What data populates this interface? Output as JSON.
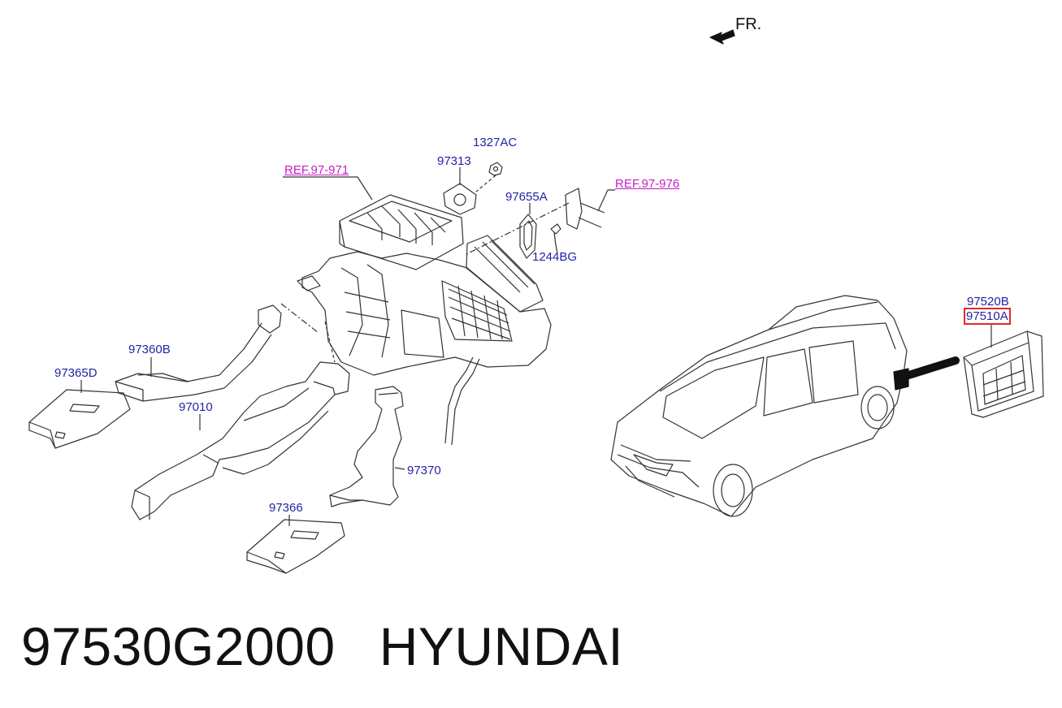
{
  "orientation": {
    "label": "FR.",
    "icon": "front-direction-arrow-icon"
  },
  "references": [
    {
      "id": "ref-971",
      "text": "REF.97-971"
    },
    {
      "id": "ref-976",
      "text": "REF.97-976"
    }
  ],
  "parts": [
    {
      "id": "97313",
      "text": "97313"
    },
    {
      "id": "1327AC",
      "text": "1327AC"
    },
    {
      "id": "97655A",
      "text": "97655A"
    },
    {
      "id": "1244BG",
      "text": "1244BG"
    },
    {
      "id": "97360B",
      "text": "97360B"
    },
    {
      "id": "97365D",
      "text": "97365D"
    },
    {
      "id": "97010",
      "text": "97010"
    },
    {
      "id": "97370",
      "text": "97370"
    },
    {
      "id": "97366",
      "text": "97366"
    },
    {
      "id": "97520B",
      "text": "97520B"
    },
    {
      "id": "97510A",
      "text": "97510A",
      "highlighted": true
    }
  ],
  "caption": {
    "part_number": "97530G2000",
    "brand": "HYUNDAI"
  },
  "colors": {
    "part_label": "#2323a8",
    "reference_label": "#c41fc4",
    "highlight": "#e22a2a",
    "line": "#333333"
  }
}
